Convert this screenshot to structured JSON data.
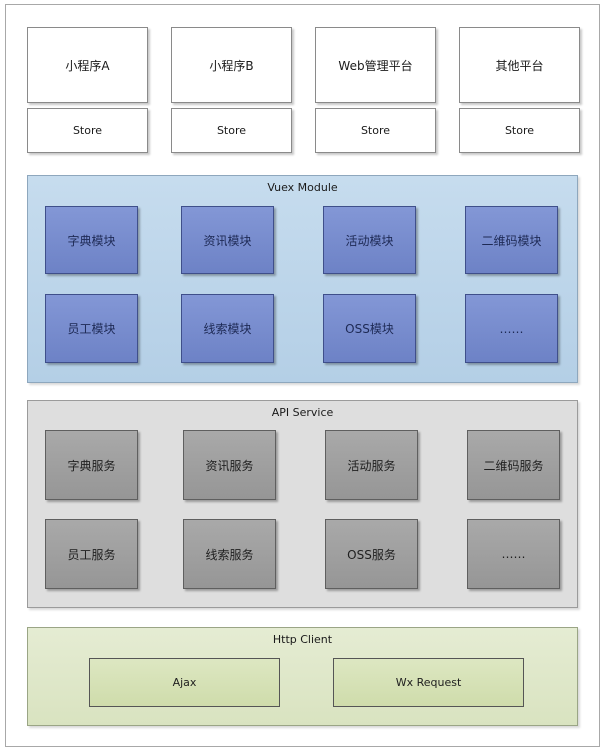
{
  "platforms": [
    {
      "label": "小程序A",
      "store": "Store"
    },
    {
      "label": "小程序B",
      "store": "Store"
    },
    {
      "label": "Web管理平台",
      "store": "Store"
    },
    {
      "label": "其他平台",
      "store": "Store"
    }
  ],
  "vuex": {
    "title": "Vuex Module",
    "modules": [
      "字典模块",
      "资讯模块",
      "活动模块",
      "二维码模块",
      "员工模块",
      "线索模块",
      "OSS模块",
      "……"
    ]
  },
  "api": {
    "title": "API Service",
    "services": [
      "字典服务",
      "资讯服务",
      "活动服务",
      "二维码服务",
      "员工服务",
      "线索服务",
      "OSS服务",
      "……"
    ]
  },
  "http": {
    "title": "Http Client",
    "clients": [
      "Ajax",
      "Wx Request"
    ]
  },
  "colors": {
    "vuex_bg": "#b4cfe6",
    "module_fill": "#7a8fd0",
    "api_bg": "#dedede",
    "service_fill": "#a0a0a0",
    "http_bg": "#d9e3c0",
    "client_fill": "#d6e1b5"
  }
}
